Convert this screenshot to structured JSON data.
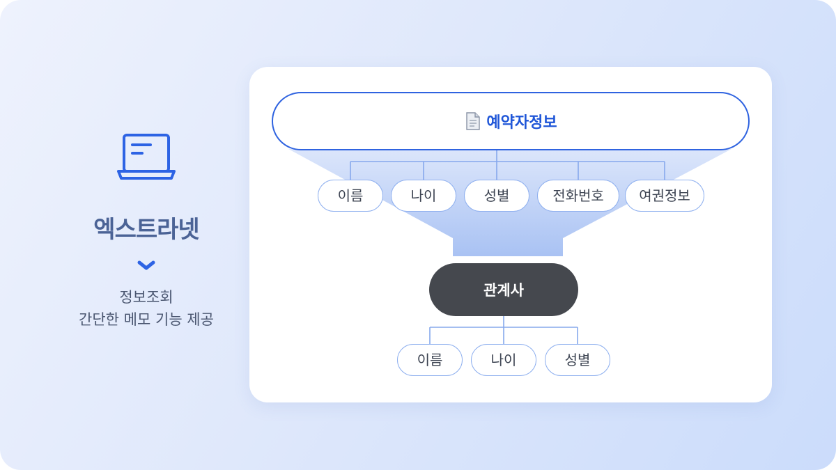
{
  "left_panel": {
    "icon": "laptop-icon",
    "product_name": "엑스트라넷",
    "chevron": "chevron-down-icon",
    "description_lines": [
      "정보조회",
      "간단한 메모 기능 제공"
    ]
  },
  "diagram": {
    "top_node": {
      "icon": "document-icon",
      "label": "예약자정보"
    },
    "top_fields": [
      "이름",
      "나이",
      "성별",
      "전화번호",
      "여권정보"
    ],
    "middle_node": {
      "label": "관계사"
    },
    "bottom_fields": [
      "이름",
      "나이",
      "성별"
    ]
  },
  "colors": {
    "accent_blue": "#2f63e0",
    "title_blue": "#4b6396",
    "dark_node": "#45484e",
    "pill_border": "#8fb0ef"
  }
}
